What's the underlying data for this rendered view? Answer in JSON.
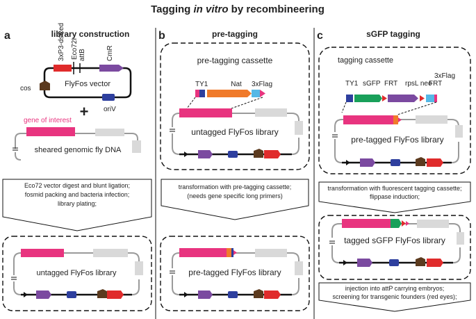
{
  "title": {
    "pre": "Tagging ",
    "em": "in vitro",
    "post": " by recombineering"
  },
  "colors": {
    "magenta": "#e8347f",
    "red": "#e02b2b",
    "purple": "#7b4aa0",
    "blue": "#2e3f9e",
    "brown": "#5b3a1e",
    "grey": "#d9d9d9",
    "orange": "#f07a2a",
    "green": "#19a05a",
    "cyan": "#55b8e6",
    "line": "#9a9a9a",
    "black": "#111111"
  },
  "panels": {
    "a": {
      "letter": "a",
      "heading": "library construction",
      "vector_labels": {
        "dsred": "3xP3-dsRed",
        "eco": "Eco72I",
        "attb": "attB",
        "cmr": "CmR",
        "cos": "cos",
        "vector": "FlyFos vector",
        "oriv": "oriV"
      },
      "gene_label": "gene of interest",
      "sheared_label": "sheared genomic fly DNA",
      "plus": "+",
      "steps": [
        "Eco72 vector digest and blunt ligation;",
        "fosmid packing and bacteria infection;",
        "library plating;"
      ],
      "library_label": "untagged FlyFos library"
    },
    "b": {
      "letter": "b",
      "heading": "pre-tagging",
      "cassette_title": "pre-tagging cassette",
      "cassette_labels": {
        "ty1": "TY1",
        "nat": "Nat",
        "flag": "3xFlag"
      },
      "library_label": "untagged FlyFos library",
      "steps": [
        "transformation with pre-tagging cassette;",
        "(needs gene specific long primers)"
      ],
      "result_label": "pre-tagged FlyFos library"
    },
    "c": {
      "letter": "c",
      "heading": "sGFP tagging",
      "cassette_title": "tagging cassette",
      "cassette_labels": {
        "ty1": "TY1",
        "sgfp": "sGFP",
        "frt1": "FRT",
        "rpsl": "rpsL neo",
        "frt2": "FRT",
        "flag": "3xFlag"
      },
      "library_label": "pre-tagged FlyFos library",
      "steps1": [
        "transformation with fluorescent tagging cassette;",
        "flippase induction;"
      ],
      "result_label": "tagged sGFP FlyFos library",
      "steps2": [
        "injection into attP carrying embryos;",
        "screening for transgenic founders (red eyes);"
      ]
    }
  }
}
